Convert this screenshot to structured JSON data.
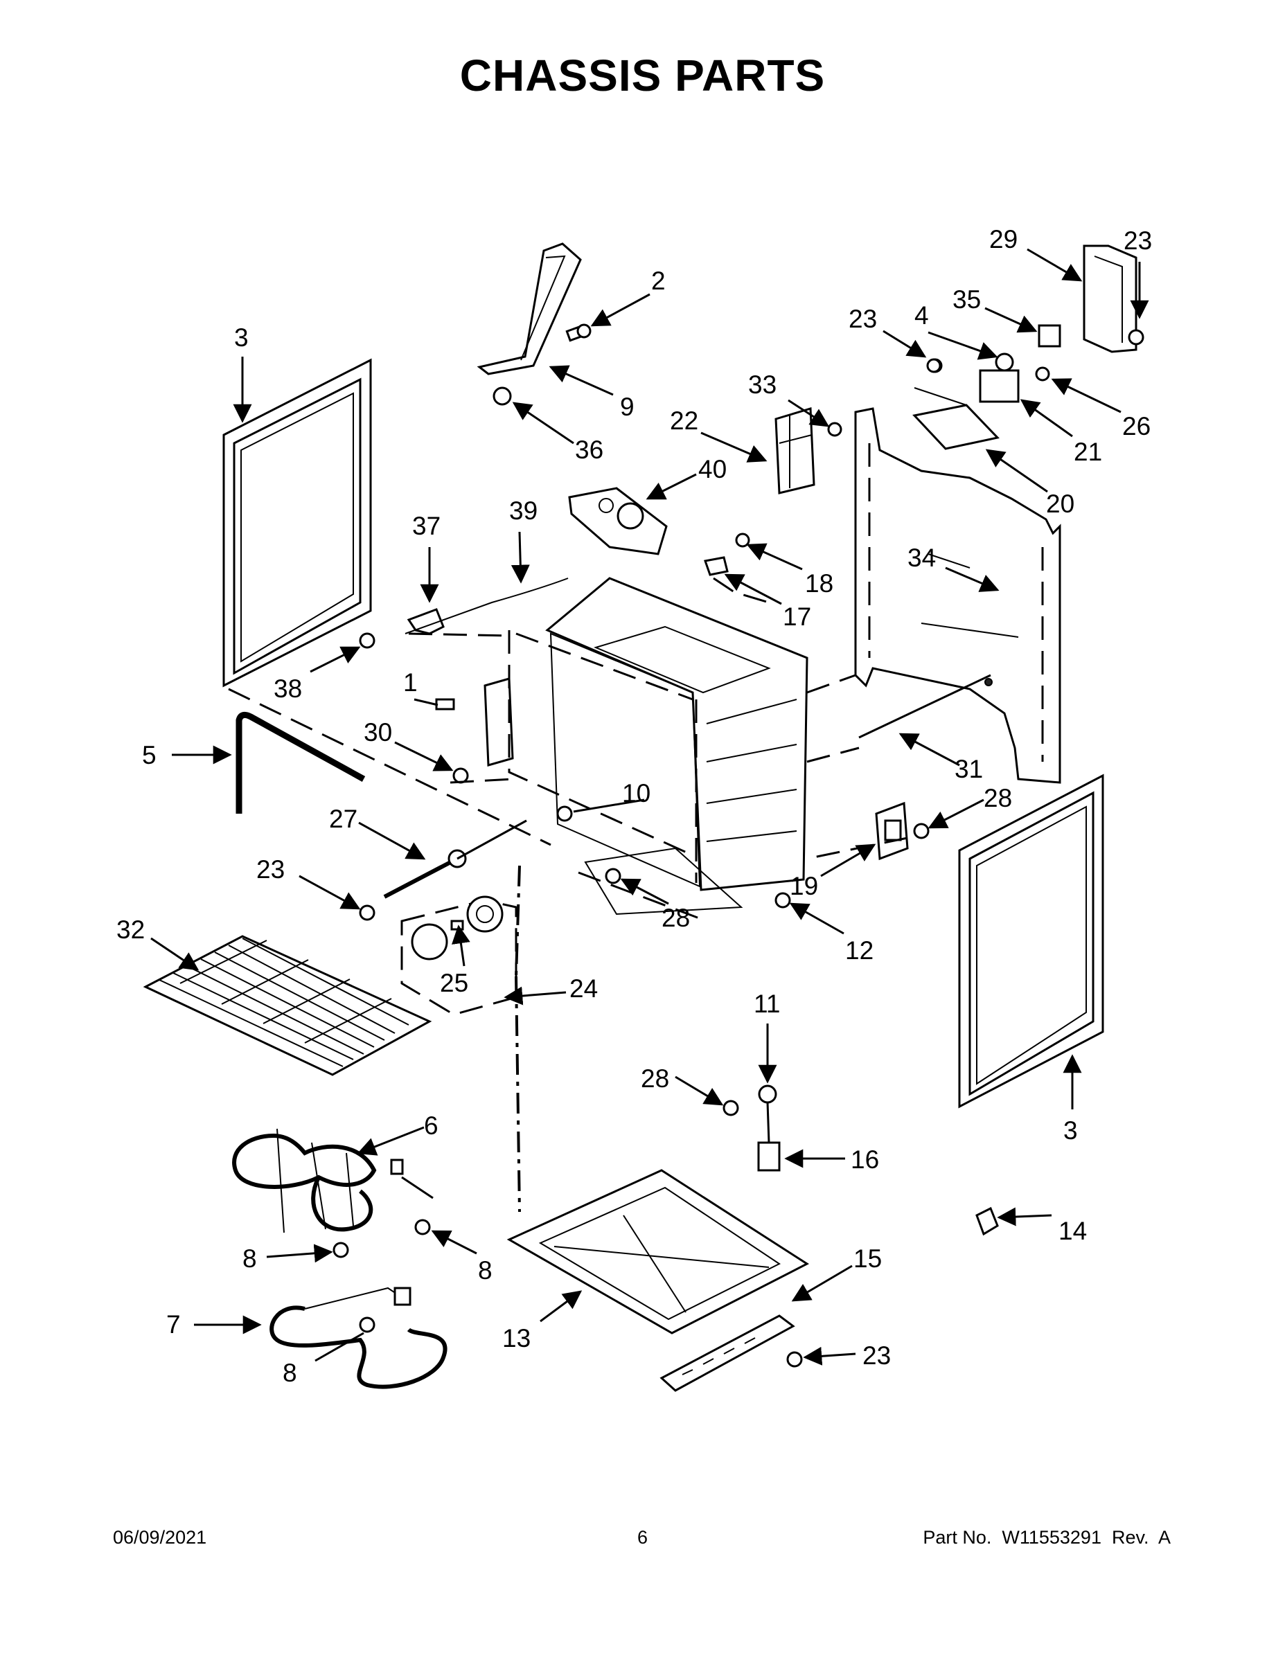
{
  "page": {
    "title": "CHASSIS PARTS",
    "footer": {
      "date": "06/09/2021",
      "page_number": "6",
      "part_number": "Part No.  W11553291  Rev.  A"
    }
  },
  "callouts": [
    {
      "id": "c-2",
      "text": "2"
    },
    {
      "id": "c-3a",
      "text": "3"
    },
    {
      "id": "c-9",
      "text": "9"
    },
    {
      "id": "c-36",
      "text": "36"
    },
    {
      "id": "c-33",
      "text": "33"
    },
    {
      "id": "c-22",
      "text": "22"
    },
    {
      "id": "c-40",
      "text": "40"
    },
    {
      "id": "c-29",
      "text": "29"
    },
    {
      "id": "c-23a",
      "text": "23"
    },
    {
      "id": "c-23b",
      "text": "23"
    },
    {
      "id": "c-4",
      "text": "4"
    },
    {
      "id": "c-35",
      "text": "35"
    },
    {
      "id": "c-26",
      "text": "26"
    },
    {
      "id": "c-21",
      "text": "21"
    },
    {
      "id": "c-20",
      "text": "20"
    },
    {
      "id": "c-37",
      "text": "37"
    },
    {
      "id": "c-39",
      "text": "39"
    },
    {
      "id": "c-18",
      "text": "18"
    },
    {
      "id": "c-17",
      "text": "17"
    },
    {
      "id": "c-34",
      "text": "34"
    },
    {
      "id": "c-38",
      "text": "38"
    },
    {
      "id": "c-1",
      "text": "1"
    },
    {
      "id": "c-30",
      "text": "30"
    },
    {
      "id": "c-5",
      "text": "5"
    },
    {
      "id": "c-31",
      "text": "31"
    },
    {
      "id": "c-10",
      "text": "10"
    },
    {
      "id": "c-27",
      "text": "27"
    },
    {
      "id": "c-28a",
      "text": "28"
    },
    {
      "id": "c-23c",
      "text": "23"
    },
    {
      "id": "c-19",
      "text": "19"
    },
    {
      "id": "c-28b",
      "text": "28"
    },
    {
      "id": "c-12",
      "text": "12"
    },
    {
      "id": "c-32",
      "text": "32"
    },
    {
      "id": "c-25",
      "text": "25"
    },
    {
      "id": "c-24",
      "text": "24"
    },
    {
      "id": "c-11",
      "text": "11"
    },
    {
      "id": "c-28c",
      "text": "28"
    },
    {
      "id": "c-3b",
      "text": "3"
    },
    {
      "id": "c-6",
      "text": "6"
    },
    {
      "id": "c-16",
      "text": "16"
    },
    {
      "id": "c-14",
      "text": "14"
    },
    {
      "id": "c-8a",
      "text": "8"
    },
    {
      "id": "c-8b",
      "text": "8"
    },
    {
      "id": "c-15",
      "text": "15"
    },
    {
      "id": "c-7",
      "text": "7"
    },
    {
      "id": "c-13",
      "text": "13"
    },
    {
      "id": "c-23d",
      "text": "23"
    },
    {
      "id": "c-8c",
      "text": "8"
    }
  ]
}
